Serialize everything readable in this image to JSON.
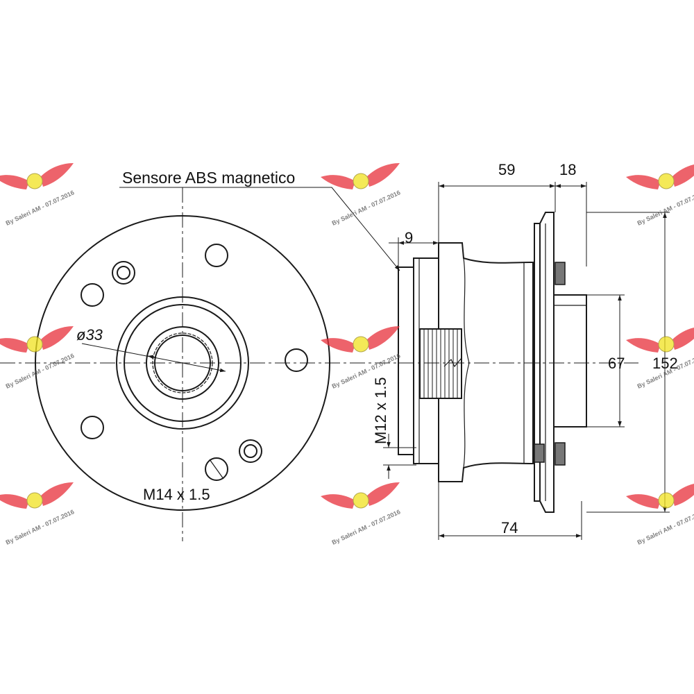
{
  "labels": {
    "abs_sensor": "Sensore ABS magnetico",
    "bore_diameter": "ø33",
    "wheel_thread": "M14 x 1.5",
    "nut_thread": "M12 x 1.5",
    "dim_spigot": "9",
    "dim_hub_length": "59",
    "dim_flange": "18",
    "dim_pilot": "67",
    "dim_flange_diameter": "152",
    "dim_overall": "74"
  },
  "watermark": {
    "text": "By Saleri AM - 07.07.2016",
    "wing_color": "#e8303a",
    "badge_color": "#f1e21f"
  }
}
